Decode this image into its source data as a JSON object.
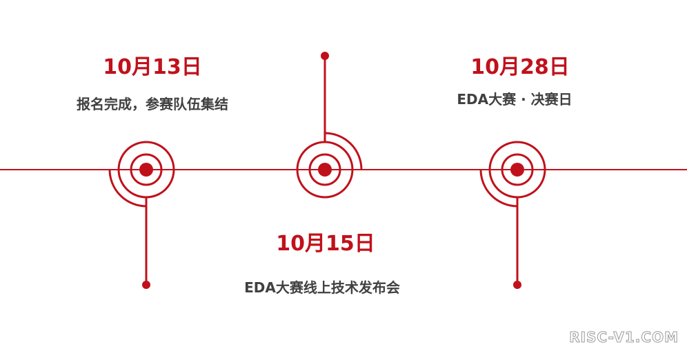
{
  "colors": {
    "accent": "#c0111b",
    "text": "#404040"
  },
  "events": [
    {
      "date": "10月13日",
      "description": "报名完成，参赛队伍集结"
    },
    {
      "date": "10月15日",
      "description": "EDA大赛线上技术发布会"
    },
    {
      "date": "10月28日",
      "description": "EDA大赛 · 决赛日"
    }
  ],
  "watermark": "RISC-V1.COM"
}
